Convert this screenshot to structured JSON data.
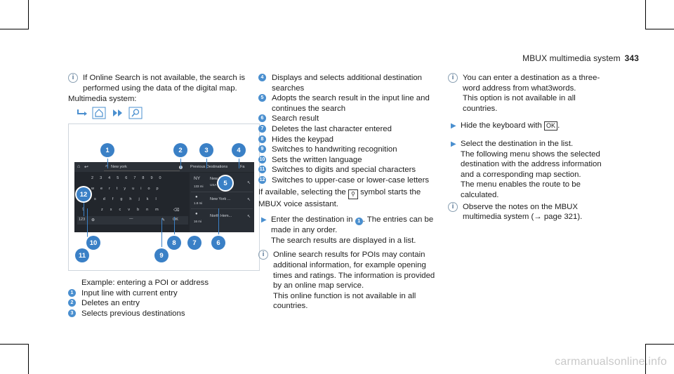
{
  "header": {
    "title": "MBUX multimedia system",
    "page": "343"
  },
  "col1": {
    "note1": "If Online Search is not available, the search is performed using the data of the digital map.",
    "path_label": "Multimedia system:",
    "caption": "Example: entering a POI or address",
    "items": [
      {
        "n": "1",
        "text": "Input line with current entry"
      },
      {
        "n": "2",
        "text": "Deletes an entry"
      },
      {
        "n": "3",
        "text": "Selects previous destinations"
      }
    ]
  },
  "col2": {
    "items": [
      {
        "n": "4",
        "text": "Displays and selects additional destination searches"
      },
      {
        "n": "5",
        "text": "Adopts the search result in the input line and continues the search"
      },
      {
        "n": "6",
        "text": "Search result"
      },
      {
        "n": "7",
        "text": "Deletes the last character entered"
      },
      {
        "n": "8",
        "text": "Hides the keypad"
      },
      {
        "n": "9",
        "text": "Switches to handwriting recognition"
      },
      {
        "n": "10",
        "text": "Sets the written language"
      },
      {
        "n": "11",
        "text": "Switches to digits and special characters"
      },
      {
        "n": "12",
        "text": "Switches to upper-case or lower-case letters"
      }
    ],
    "para_a": "If available, selecting the",
    "para_b": "symbol starts the MBUX voice assistant.",
    "step1_a": "Enter the destination in",
    "step1_b": ". The entries can be made in any order.",
    "step1_c": "The search results are displayed in a list.",
    "note2": "Online search results for POIs may contain additional information, for example opening times and ratings. The information is provided by an online map service.",
    "note3": "This online function is not available in all countries."
  },
  "col3": {
    "note1": "You can enter a destination as a three-word address from what3words.",
    "note1b": "This option is not available in all countries.",
    "step1_a": "Hide the keyboard with",
    "step1_key": "OK",
    "step2": "Select the destination in the list.",
    "step2b": "The following menu shows the selected destination with the address information and a corresponding map section.",
    "step2c": "The menu enables the route to be calculated.",
    "note2": "Observe the notes on the MBUX multimedia system (→ page 321)."
  },
  "screen": {
    "search_text": "New york",
    "prev_dest": "Previous Destinations",
    "fav": "Fa",
    "results": [
      {
        "title": "New York",
        "sub": "USA",
        "abbr": "NY",
        "dist": "133 mi"
      },
      {
        "title": "New York ...",
        "dist": "1.8 mi"
      },
      {
        "title": "North Hem...",
        "dist": "16 mi"
      }
    ],
    "digits": [
      "2",
      "3",
      "4",
      "5",
      "6",
      "7",
      "8",
      "9",
      "0"
    ],
    "row1": [
      "w",
      "e",
      "r",
      "t",
      "y",
      "u",
      "i",
      "o",
      "p"
    ],
    "row2": [
      "s",
      "d",
      "f",
      "g",
      "h",
      "j",
      "k",
      "l"
    ],
    "row3": [
      "z",
      "x",
      "c",
      "v",
      "b",
      "n",
      "m"
    ],
    "mode_key": "123",
    "ok_key": "OK"
  },
  "watermark": "carmanualsonline.info",
  "colors": {
    "accent": "#3a80c6",
    "screen": "#22262c"
  }
}
